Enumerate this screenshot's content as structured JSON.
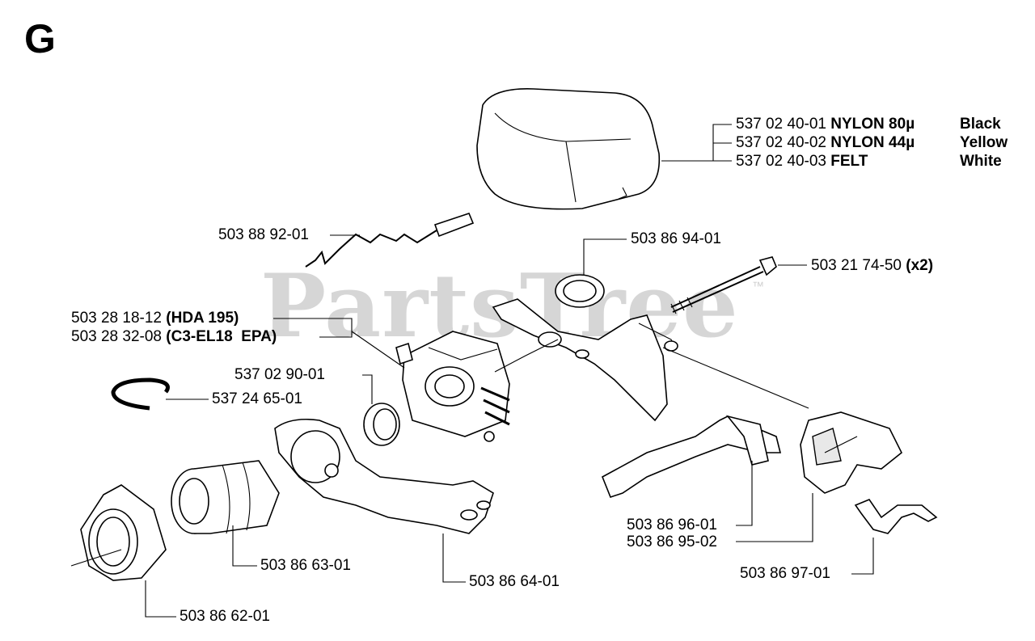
{
  "section_letter": "G",
  "watermark": "PartsTree",
  "watermark_tm": "™",
  "labels": {
    "air_filter": [
      {
        "number": "537 02 40-01",
        "material": "NYLON 80µ",
        "color": "Black"
      },
      {
        "number": "537 02 40-02",
        "material": "NYLON 44µ",
        "color": "Yellow"
      },
      {
        "number": "537 02 40-03",
        "material": "FELT",
        "color": "White"
      }
    ],
    "choke_rod": "503 88 92-01",
    "carb_holder": "503 86 94-01",
    "bolt": {
      "number": "503 21 74-50",
      "qty": "(x2)"
    },
    "carburetor": [
      {
        "number": "503 28 18-12",
        "model": "(HDA 195)"
      },
      {
        "number": "503 28 32-08",
        "model": "(C3-EL18  EPA)"
      }
    ],
    "gasket": "537 02 90-01",
    "circlip": "537 24 65-01",
    "intake_boot": "503 86 63-01",
    "intake_plate": "503 86 64-01",
    "intake_flange": "503 86 62-01",
    "lever_1": "503 86 96-01",
    "lever_2": "503 86 95-02",
    "spring": "503 86 97-01"
  }
}
